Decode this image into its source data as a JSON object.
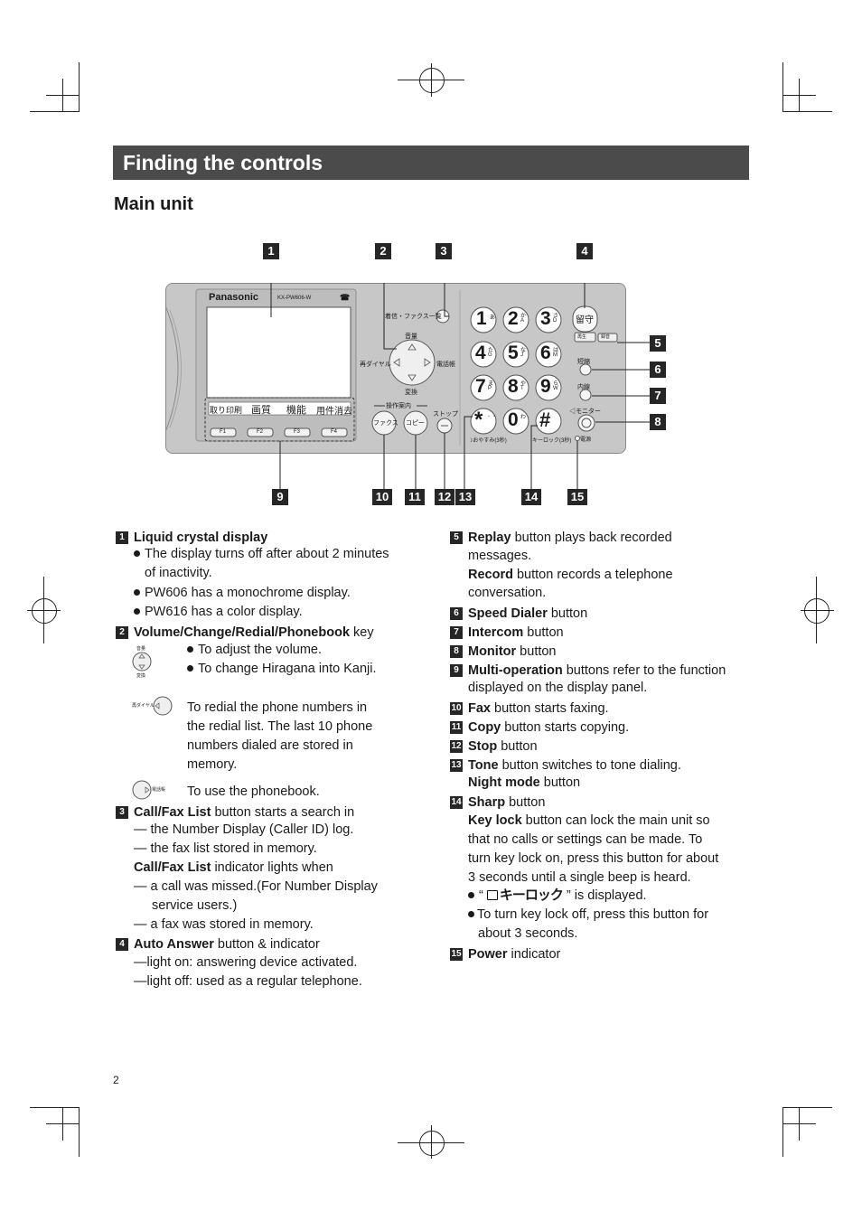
{
  "page": {
    "title": "Finding the controls",
    "subtitle": "Main unit",
    "page_number": "2"
  },
  "callouts": [
    "1",
    "2",
    "3",
    "4",
    "5",
    "6",
    "7",
    "8",
    "9",
    "10",
    "11",
    "12",
    "13",
    "14",
    "15"
  ],
  "device": {
    "brand": "Panasonic",
    "model": "KX-PW606-W",
    "call_fax_list": "着信・ファクス一覧",
    "volume": "音量",
    "redial": "再ダイヤル",
    "phonebook": "電話帳",
    "convert": "変換",
    "guide": "操作案内",
    "fax": "ファクス",
    "copy": "コピー",
    "stop": "ストップ",
    "softkeys": [
      "取り印刷",
      "画質",
      "機能",
      "用件消去"
    ],
    "fkeys": [
      "F1",
      "F2",
      "F3",
      "F4"
    ],
    "auto_answer": "留守",
    "replay": "再生",
    "record": "録音",
    "speed_dial": "短縮",
    "intercom": "内線",
    "monitor": "モニター",
    "night_mode": "おやすみ(3秒)",
    "key_lock": "キーロック(3秒)",
    "power": "電源",
    "keys": [
      {
        "d": "1",
        "k": "あ"
      },
      {
        "d": "2",
        "k": "か",
        "l": "A"
      },
      {
        "d": "3",
        "k": "さ",
        "l": "D"
      },
      {
        "d": "4",
        "k": "た",
        "l": "G"
      },
      {
        "d": "5",
        "k": "な",
        "l": "J"
      },
      {
        "d": "6",
        "k": "は",
        "l": "M"
      },
      {
        "d": "7",
        "k": "ま",
        "l": "P"
      },
      {
        "d": "8",
        "k": "や",
        "l": "T"
      },
      {
        "d": "9",
        "k": "ら",
        "l": "W"
      },
      {
        "d": "*",
        "k": "゛゜"
      },
      {
        "d": "0",
        "k": "わ"
      },
      {
        "d": "#",
        "k": ""
      }
    ]
  },
  "left": {
    "i1_title": "Liquid crystal display",
    "i1_b1a": "The display turns off after about 2 minutes",
    "i1_b1b": "of inactivity.",
    "i1_b2": "PW606 has a monochrome display.",
    "i1_b3": "PW616 has a color display.",
    "i2_title": "Volume/Change/Redial/Phonebook",
    "i2_suffix": " key",
    "i2_b1": "To adjust the volume.",
    "i2_b2": "To change Hiragana into Kanji.",
    "i2_redial_1": "To redial the phone numbers in",
    "i2_redial_2": "the redial list. The last 10 phone",
    "i2_redial_3": "numbers dialed are stored in",
    "i2_redial_4": "memory.",
    "i2_phonebook": "To use the phonebook.",
    "i3_title": "Call/Fax List",
    "i3_suffix": " button starts a search in",
    "i3_l1": "— the Number Display (Caller ID) log.",
    "i3_l2": "— the fax list stored in memory.",
    "i3_sub": "Call/Fax List",
    "i3_sub_suffix": " indicator lights when",
    "i3_l3a": "— a call was missed.(For Number Display",
    "i3_l3b": "service users.)",
    "i3_l4": "— a fax was stored in memory.",
    "i4_title": "Auto Answer",
    "i4_suffix": " button & indicator",
    "i4_l1": "—light on:  answering device activated.",
    "i4_l2": "—light off:  used as a regular telephone."
  },
  "right": {
    "i5_title": "Replay",
    "i5_suffix": " button plays back recorded",
    "i5_l1": "messages.",
    "i5_sub": "Record",
    "i5_sub_suffix": " button records a telephone",
    "i5_l2": "conversation.",
    "i6_title": "Speed Dialer",
    "i6_suffix": " button",
    "i7_title": "Intercom",
    "i7_suffix": " button",
    "i8_title": "Monitor",
    "i8_suffix": " button",
    "i9_title": "Multi-operation",
    "i9_suffix": " buttons refer to the function",
    "i9_l1": "displayed on the display panel.",
    "i10_title": "Fax",
    "i10_suffix": " button starts faxing.",
    "i11_title": "Copy",
    "i11_suffix": " button starts copying.",
    "i12_title": "Stop",
    "i12_suffix": " button",
    "i13_title": "Tone",
    "i13_suffix": " button switches to tone dialing.",
    "i13_sub": "Night mode",
    "i13_sub_suffix": " button",
    "i14_title": "Sharp",
    "i14_suffix": " button",
    "i14_sub": "Key lock",
    "i14_sub_suffix": " button can lock the main unit so",
    "i14_l1": "that no calls or settings can be made. To",
    "i14_l2": "turn key lock on, press this button for about",
    "i14_l3": "3 seconds until a single beep is heard.",
    "i14_b1_pre": "“",
    "i14_b1_lock": "キーロック",
    "i14_b1_post": "” is displayed.",
    "i14_b2a": "To turn key lock off, press this button for",
    "i14_b2b": "about 3 seconds.",
    "i15_title": "Power",
    "i15_suffix": " indicator"
  }
}
